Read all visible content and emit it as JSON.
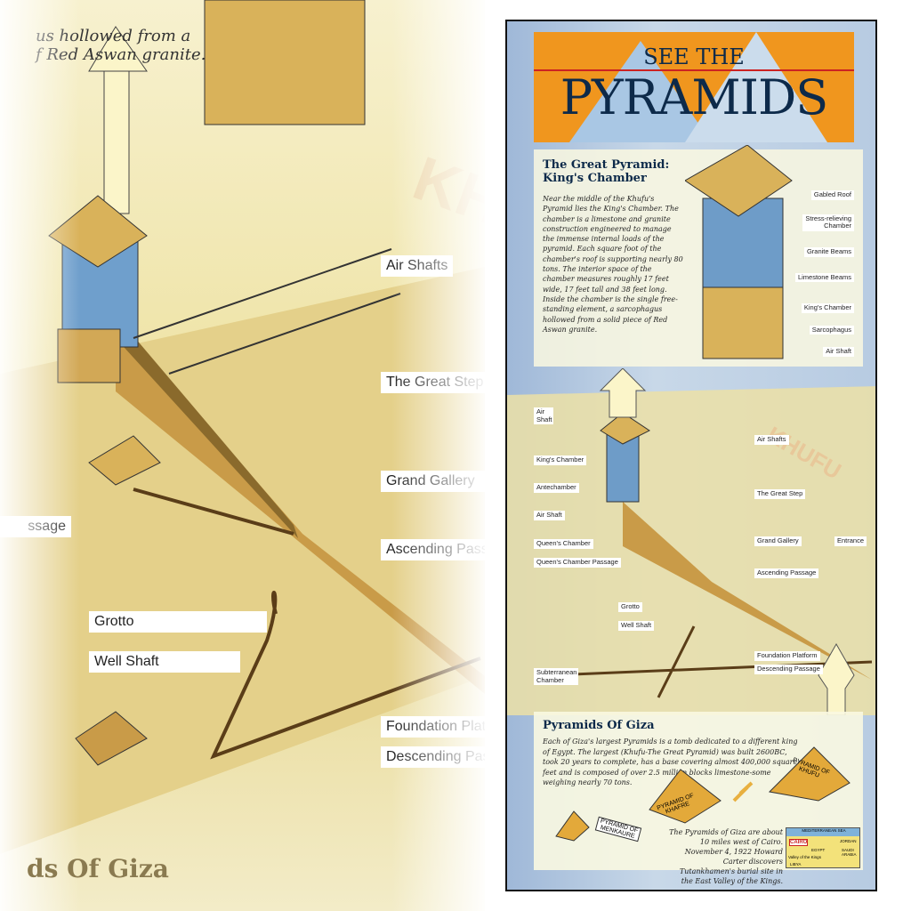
{
  "left_panel": {
    "text_fragments": [
      "us hollowed from a",
      "f Red Aswan granite."
    ],
    "watermark": "KH",
    "labels": {
      "air_shafts": "Air Shafts",
      "great_step": "The Great Step",
      "grand_gallery": "Grand Gallery",
      "passage": "ssage",
      "ascending": "Ascending Passa",
      "grotto": "Grotto",
      "well_shaft": "Well Shaft",
      "foundation": "Foundation Platf",
      "descending": "Descending Pass"
    },
    "bottom_title": "ds Of Giza"
  },
  "poster": {
    "title_top": "SEE THE",
    "title_main": "PYRAMIDS",
    "kings_chamber": {
      "heading": "The Great Pyramid: King's Chamber",
      "body": "Near the middle of the Khufu's Pyramid lies the King's Chamber. The chamber is a limestone and granite construction engineered to manage the immense internal loads of the pyramid. Each square foot of the chamber's roof is supporting nearly 80 tons. The interior space of the chamber measures roughly 17 feet wide, 17 feet tall and 38 feet long. Inside the chamber is the single free-standing element, a sarcophagus hollowed from a solid piece of Red Aswan granite.",
      "labels": [
        "Gabled Roof",
        "Stress-relieving Chamber",
        "Granite Beams",
        "Limestone Beams",
        "King's Chamber",
        "Sarcophagus",
        "Air Shaft"
      ]
    },
    "watermark": "KHUFU",
    "diagram_labels_left": [
      "Air Shaft",
      "King's Chamber",
      "Antechamber",
      "Air Shaft",
      "Queen's Chamber",
      "Queen's Chamber Passage",
      "Grotto",
      "Well Shaft",
      "Subterranean Chamber"
    ],
    "diagram_labels_right": [
      "Air Shafts",
      "The Great Step",
      "Grand Gallery",
      "Entrance",
      "Ascending Passage",
      "Foundation Platform",
      "Descending Passage"
    ],
    "giza": {
      "heading": "Pyramids Of Giza",
      "body": "Each of Giza's largest Pyramids is a tomb dedicated to a different king of Egypt. The largest (Khufu-The Great Pyramid) was built 2600BC, took 20 years to complete, has a base covering almost 400,000 square feet and is composed of over 2.5 million blocks limestone-some weighing nearly 70 tons.",
      "pyramids": [
        "PYRAMID OF KHAFRE",
        "PYRAMID OF KHUFU",
        "PYRAMID OF MENKAURE"
      ],
      "location": "The Pyramids of Giza are about 10 miles west of Cairo. November 4, 1922 Howard Carter discovers Tutankhamen's burial site in the East Valley of the Kings.",
      "map": {
        "sea": "MEDITERRANEAN SEA",
        "city": "CAIRO",
        "labels": [
          "EGYPT",
          "JORDAN",
          "SAUDI ARABIA",
          "Valley of the Kings",
          "LIBYA"
        ]
      }
    }
  },
  "colors": {
    "orange": "#f0961e",
    "navy": "#0d2a4a",
    "sand": "#d9b25a",
    "granite": "#6e9cc8"
  }
}
